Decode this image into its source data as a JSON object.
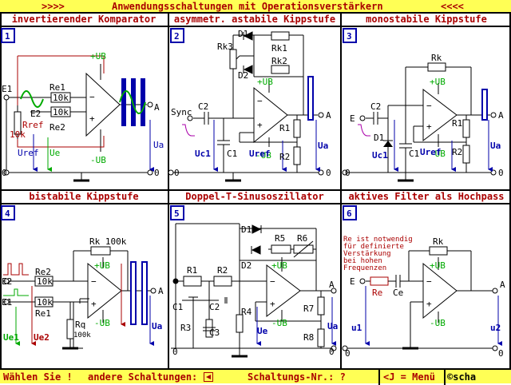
{
  "header": {
    "arrows_left": ">>>>",
    "title": "Anwendungsschaltungen mit Operationsverstärkern",
    "arrows_right": "<<<<"
  },
  "panels": [
    {
      "num": "1",
      "title": "invertierender Komparator"
    },
    {
      "num": "2",
      "title": "asymmetr. astabile Kippstufe"
    },
    {
      "num": "3",
      "title": "monostabile Kippstufe"
    },
    {
      "num": "4",
      "title": "bistabile Kippstufe"
    },
    {
      "num": "5",
      "title": "Doppel-T-Sinusoszillator"
    },
    {
      "num": "6",
      "title": "aktives Filter als Hochpass"
    }
  ],
  "labels": {
    "plus_ub": "+UB",
    "minus_ub": "-UB",
    "zero": "0",
    "A": "A",
    "E": "E",
    "E1": "E1",
    "E2": "E2",
    "Re": "Re",
    "Re1": "Re1",
    "Re2": "Re2",
    "R10k": "10k",
    "R10k_b": "10k",
    "Rref": "Rref",
    "Rref_val": "10k",
    "Uref": "Uref",
    "Ue": "Ue",
    "Ua": "Ua",
    "Rk": "Rk",
    "Rk1": "Rk1",
    "Rk2": "Rk2",
    "Rk3": "Rk3",
    "D1": "D1",
    "D2": "D2",
    "R1": "R1",
    "R2": "R2",
    "R3": "R3",
    "R4": "R4",
    "R5": "R5",
    "R6": "R6",
    "R7": "R7",
    "R8": "R8",
    "C1": "C1",
    "C2": "C2",
    "C3": "C3",
    "Ce": "Ce",
    "Sync": "Sync",
    "Uc1": "Uc1",
    "Rk_val": "Rk 100k",
    "Rq": "Rq",
    "Rq_val": "100k",
    "Ue1": "Ue1",
    "Ue2": "Ue2",
    "u1": "u1",
    "u2": "u2",
    "note": [
      "Re ist notwendig",
      "für definierte",
      "Verstärkung",
      "bei hohen",
      "Frequenzen"
    ]
  },
  "footer": {
    "choose": "Wählen Sie !",
    "other": "andere Schaltungen:",
    "number": "Schaltungs-Nr.: ?",
    "menu": "<J = Menü",
    "copy": "©scha"
  },
  "colors": {
    "red": "#aa0000",
    "blue": "#0000aa",
    "green": "#00aa00",
    "yellow": "#ffff55"
  }
}
